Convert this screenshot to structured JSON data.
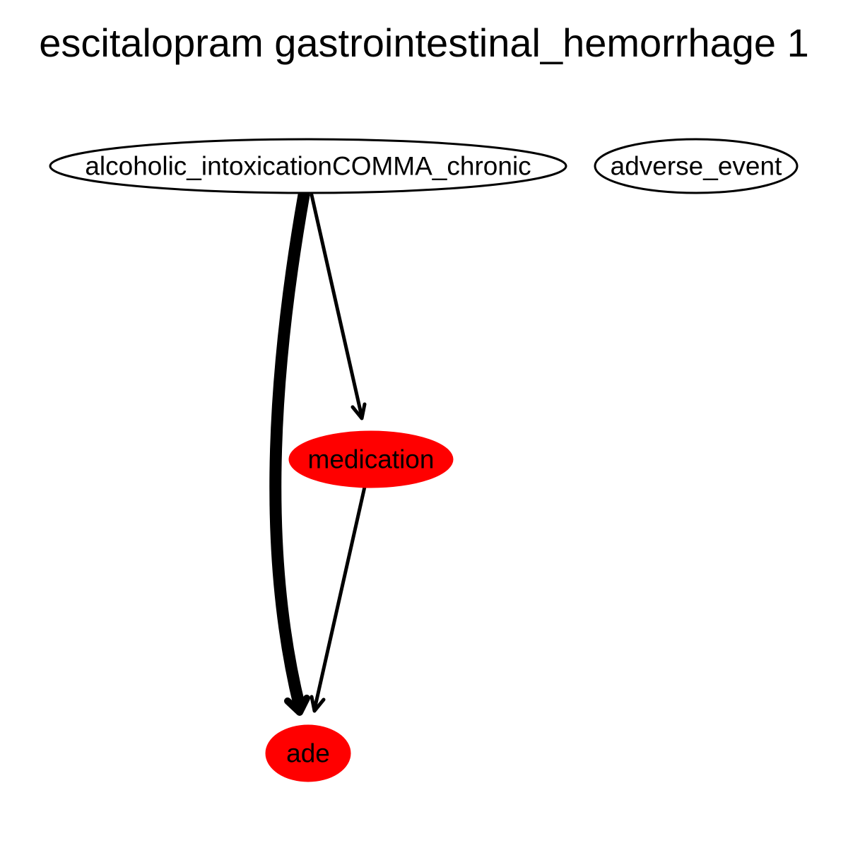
{
  "title": "escitalopram gastrointestinal_hemorrhage 1",
  "nodes": [
    {
      "id": "alcohol",
      "label": "alcoholic_intoxicationCOMMA_chronic",
      "fill": "#ffffff",
      "stroke": "#000000"
    },
    {
      "id": "adverse",
      "label": "adverse_event",
      "fill": "#ffffff",
      "stroke": "#000000"
    },
    {
      "id": "medication",
      "label": "medication",
      "fill": "#ff0000",
      "stroke": "#ff0000"
    },
    {
      "id": "ade",
      "label": "ade",
      "fill": "#ff0000",
      "stroke": "#ff0000"
    }
  ],
  "edges": [
    {
      "from": "alcoholic_intoxicationCOMMA_chronic",
      "to": "ade",
      "weight": "heavy"
    },
    {
      "from": "alcoholic_intoxicationCOMMA_chronic",
      "to": "medication",
      "weight": "normal"
    },
    {
      "from": "medication",
      "to": "ade",
      "weight": "normal"
    }
  ]
}
